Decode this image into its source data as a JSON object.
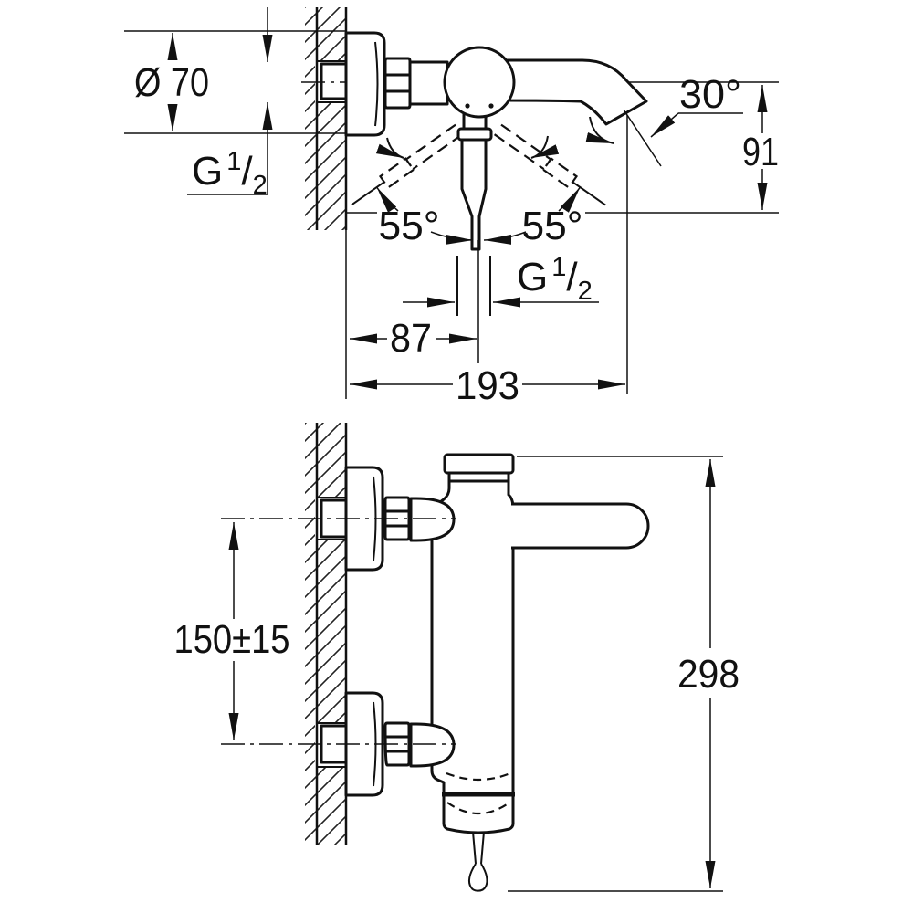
{
  "page": {
    "background": "#ffffff",
    "line_color": "#111111"
  },
  "drawing": {
    "side_view": {
      "escutcheon_diameter": "Ø 70",
      "wall_thread": {
        "base": "G",
        "numerator": "1",
        "slash": "/",
        "denominator": "2"
      },
      "spout_angle": "30°",
      "outlet_height": "91",
      "swing_left": "55°",
      "swing_right": "55°",
      "outlet_thread": {
        "base": "G",
        "numerator": "1",
        "slash": "/",
        "denominator": "2"
      },
      "wall_to_axis": "87",
      "spout_projection": "193"
    },
    "front_view": {
      "connection_spacing": "150±15",
      "total_height": "298"
    }
  }
}
